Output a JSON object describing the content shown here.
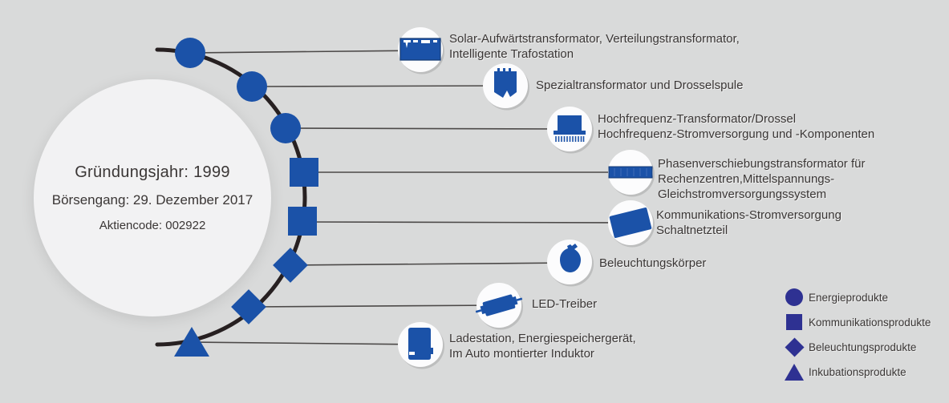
{
  "info_circle": {
    "founding_year": "Gründungsjahr: 1999",
    "ipo": "Börsengang: 29. Dezember 2017",
    "stock_code": "Aktiencode: 002922"
  },
  "timeline": {
    "rows": [
      {
        "marker": "circle",
        "icon": "distribution-transformer-icon",
        "label": "Solar-Aufwärtstransformator, Verteilungstransformator,\nIntelligente Trafostation"
      },
      {
        "marker": "circle",
        "icon": "special-transformer-icon",
        "label": "Spezialtransformator und Drosselspule"
      },
      {
        "marker": "circle",
        "icon": "hf-transformer-icon",
        "label": "Hochfrequenz-Transformator/Drossel\nHochfrequenz-Stromversorgung und -Komponenten"
      },
      {
        "marker": "square",
        "icon": "phase-shift-transformer-icon",
        "label": "Phasenverschiebungstransformator für\nRechenzentren,Mittelspannungs-\nGleichstromversorgungssystem"
      },
      {
        "marker": "square",
        "icon": "switching-power-supply-icon",
        "label": "Kommunikations-Stromversorgung\nSchaltnetzteil"
      },
      {
        "marker": "diamond",
        "icon": "lamp-icon",
        "label": "Beleuchtungskörper"
      },
      {
        "marker": "diamond",
        "icon": "led-driver-icon",
        "label": "LED-Treiber"
      },
      {
        "marker": "triangle",
        "icon": "charging-station-icon",
        "label": "Ladestation, Energiespeichergerät,\nIm Auto montierter Induktor"
      }
    ]
  },
  "legend": {
    "items": [
      {
        "shape": "circle",
        "label": "Energieprodukte"
      },
      {
        "shape": "square",
        "label": "Kommunikationsprodukte"
      },
      {
        "shape": "diamond",
        "label": "Beleuchtungsprodukte"
      },
      {
        "shape": "triangle",
        "label": "Inkubationsprodukte"
      }
    ]
  },
  "colors": {
    "background": "#d9dada",
    "marker_blue": "#1b52a8",
    "legend_navy": "#2e3192",
    "arc": "#272021",
    "connector": "#4c4948",
    "text": "#3a3635",
    "info_circle_bg": "#f2f2f3"
  }
}
